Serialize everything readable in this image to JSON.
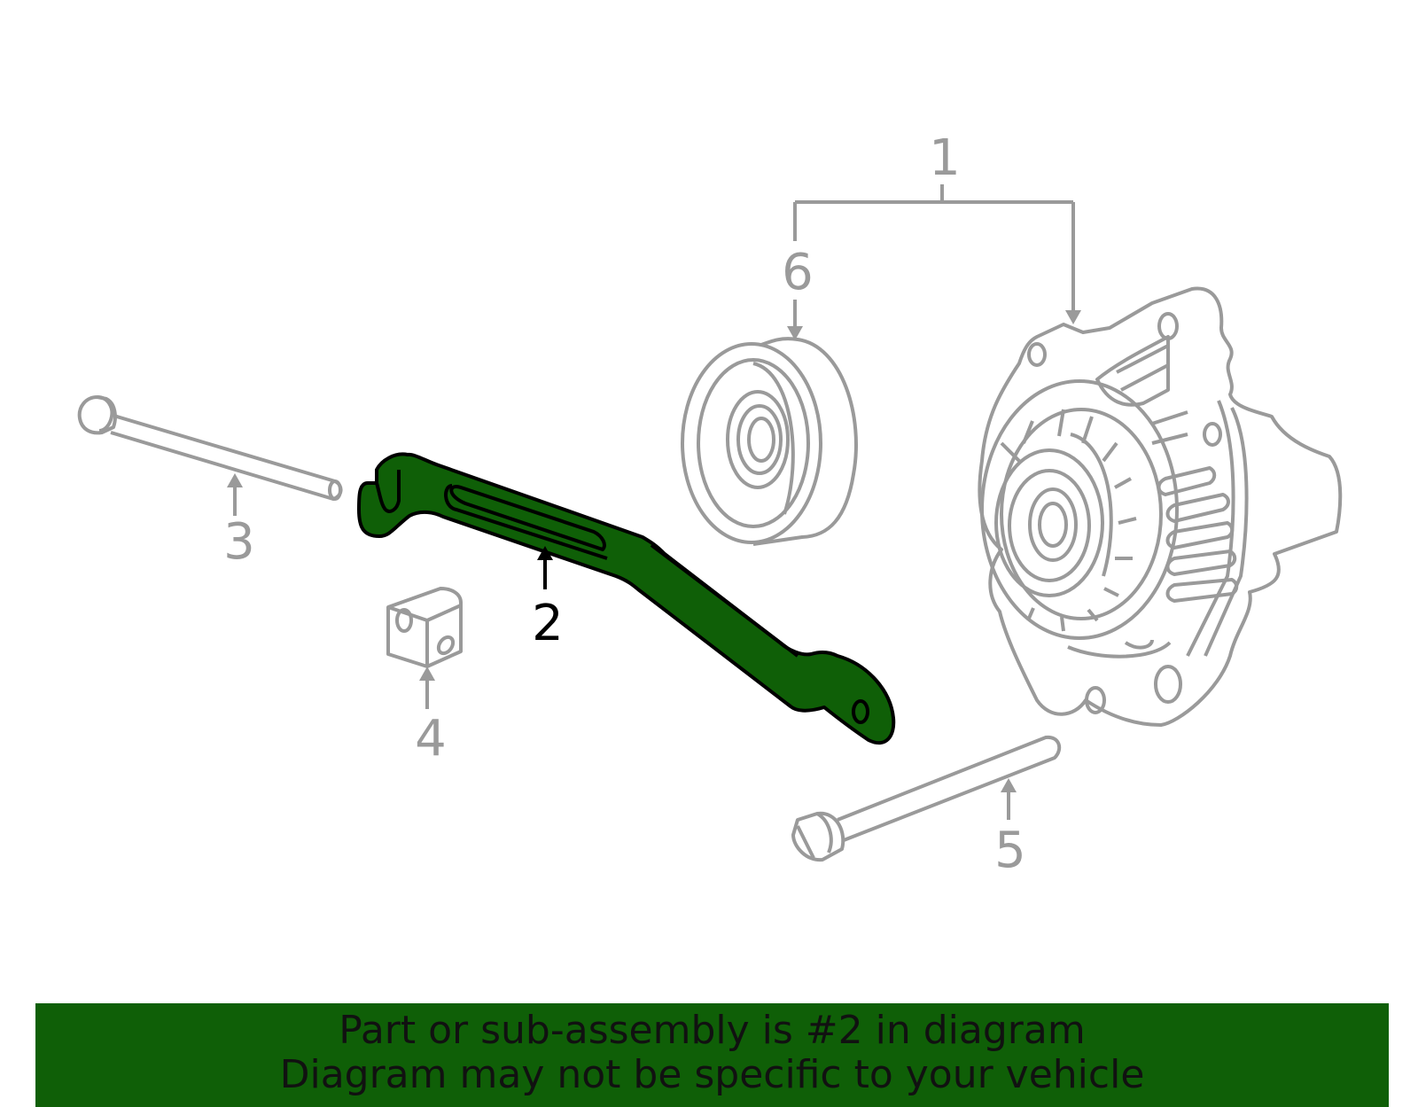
{
  "callouts": {
    "c1": "1",
    "c2": "2",
    "c3": "3",
    "c4": "4",
    "c5": "5",
    "c6": "6"
  },
  "banner": {
    "line1": "Part or sub-assembly is #2 in diagram",
    "line2": "Diagram may not be specific to your vehicle"
  },
  "colors": {
    "highlight": "#0f5f07",
    "outline": "#9a9a9a",
    "text_dark": "#111111"
  },
  "highlighted_part": "2"
}
